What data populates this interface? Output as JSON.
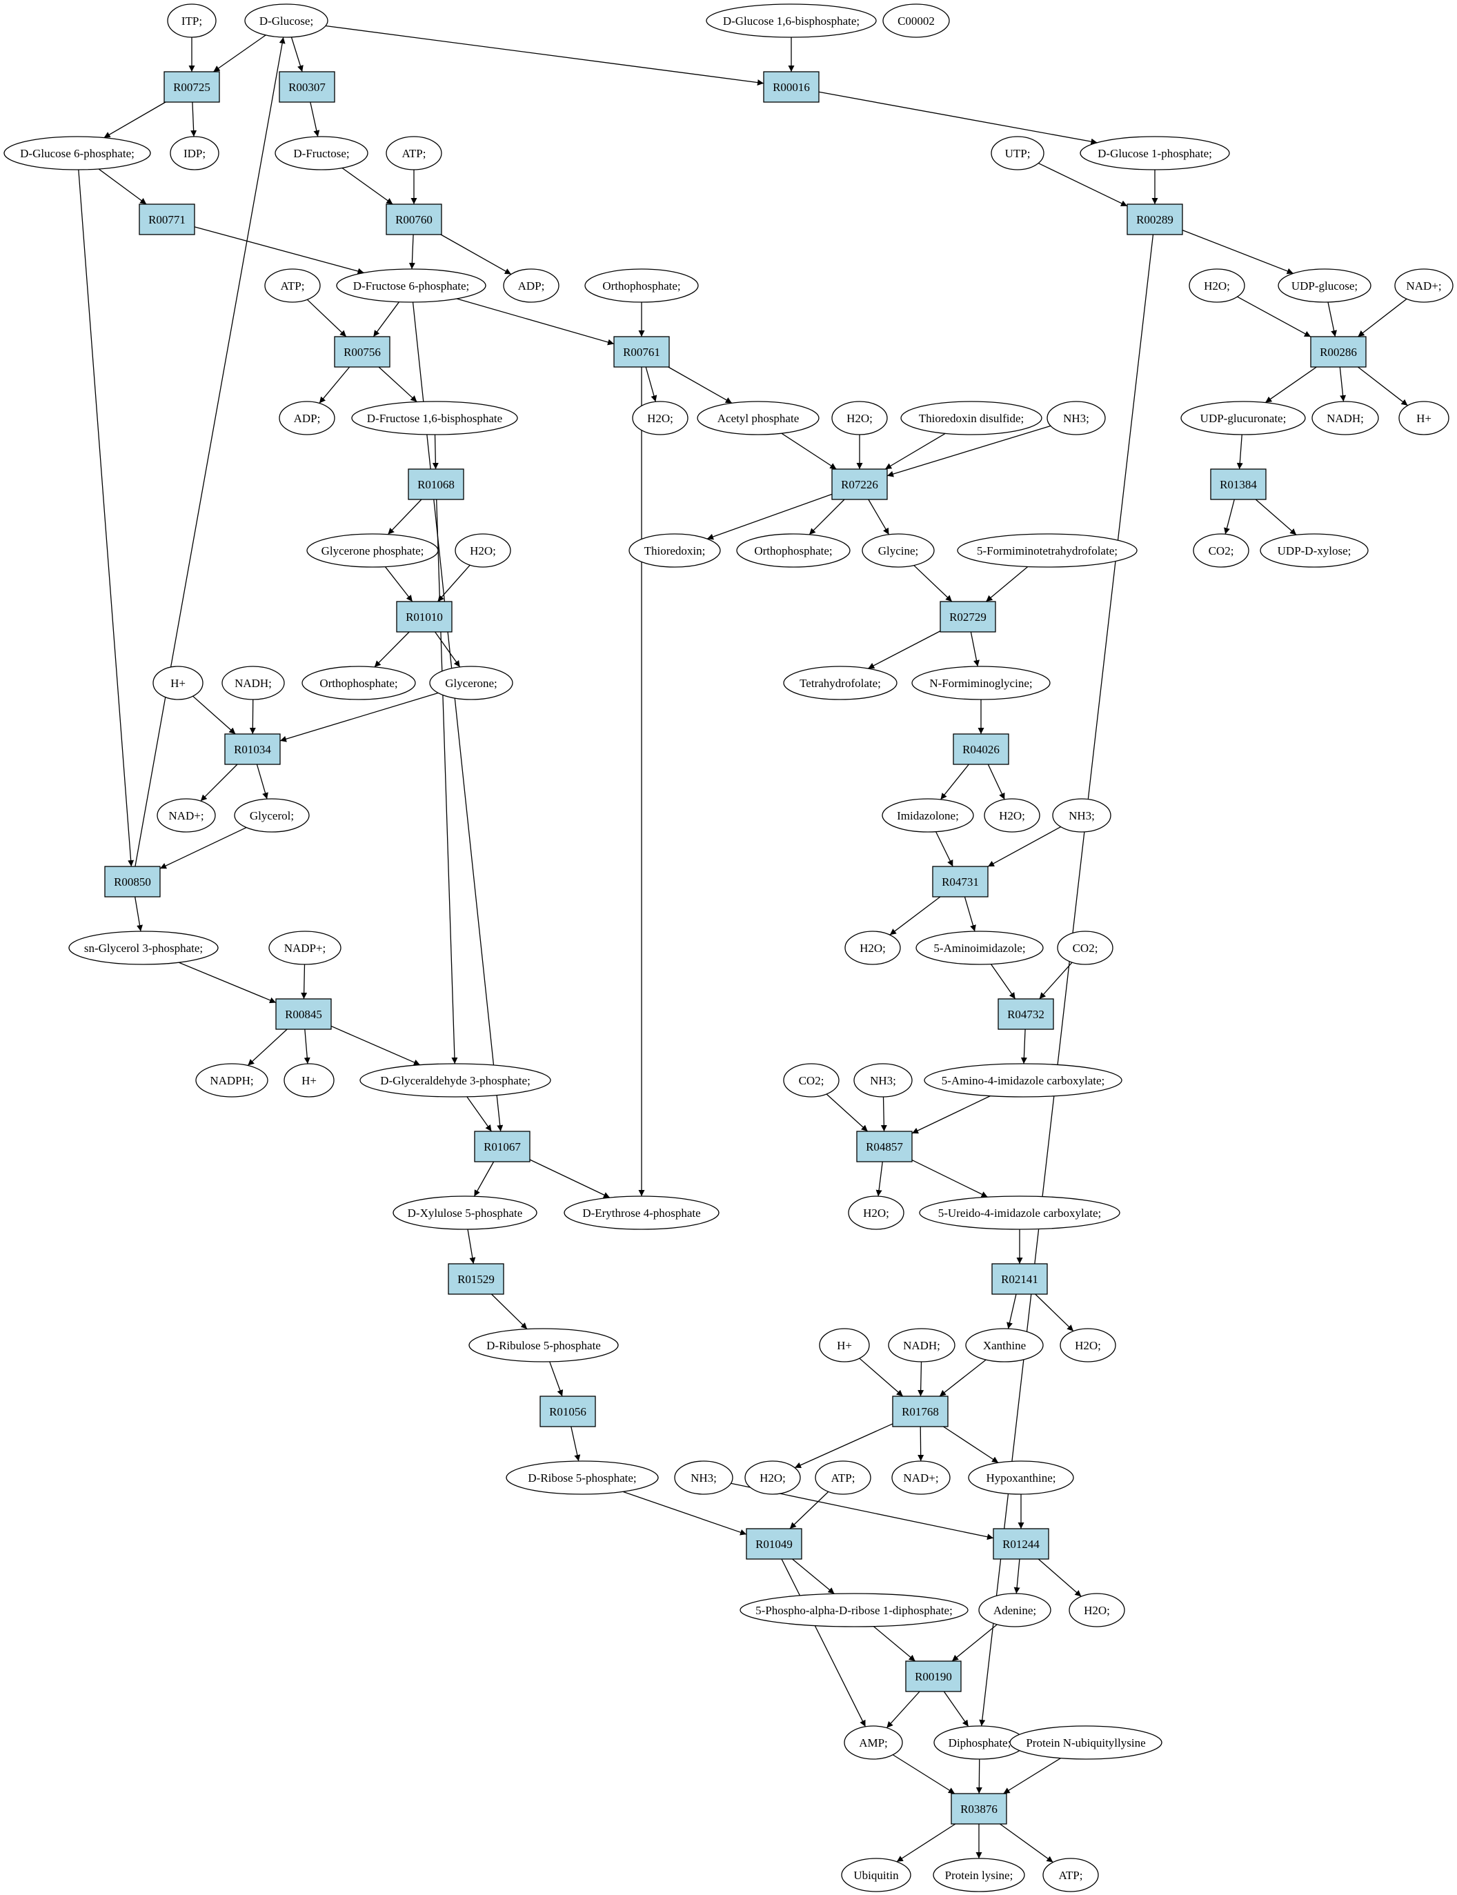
{
  "compounds": [
    {
      "id": "c_itp",
      "label": "ITP;"
    },
    {
      "id": "c_dglucose",
      "label": "D-Glucose;",
      "fill": "#00ff00"
    },
    {
      "id": "c_g16bp",
      "label": "D-Glucose 1,6-bisphosphate;"
    },
    {
      "id": "c_c00002",
      "label": "C00002",
      "fill": "#ffff00"
    },
    {
      "id": "c_g6p",
      "label": "D-Glucose 6-phosphate;"
    },
    {
      "id": "c_idp",
      "label": "IDP;"
    },
    {
      "id": "c_dfructose",
      "label": "D-Fructose;"
    },
    {
      "id": "c_atp1",
      "label": "ATP;"
    },
    {
      "id": "c_utp",
      "label": "UTP;"
    },
    {
      "id": "c_g1p",
      "label": "D-Glucose 1-phosphate;"
    },
    {
      "id": "c_atp2",
      "label": "ATP;"
    },
    {
      "id": "c_f6p",
      "label": "D-Fructose 6-phosphate;"
    },
    {
      "id": "c_adp1",
      "label": "ADP;"
    },
    {
      "id": "c_orthop1",
      "label": "Orthophosphate;"
    },
    {
      "id": "c_h2o1",
      "label": "H2O;"
    },
    {
      "id": "c_udpglc",
      "label": "UDP-glucose;"
    },
    {
      "id": "c_nadp1",
      "label": "NAD+;"
    },
    {
      "id": "c_adp2",
      "label": "ADP;"
    },
    {
      "id": "c_f16bp",
      "label": "D-Fructose 1,6-bisphosphate"
    },
    {
      "id": "c_h2o2",
      "label": "H2O;"
    },
    {
      "id": "c_acetylp",
      "label": "Acetyl phosphate"
    },
    {
      "id": "c_h2o3",
      "label": "H2O;"
    },
    {
      "id": "c_trxss",
      "label": "Thioredoxin disulfide;"
    },
    {
      "id": "c_nh3_1",
      "label": "NH3;"
    },
    {
      "id": "c_udpglcu",
      "label": "UDP-glucuronate;"
    },
    {
      "id": "c_nadh1",
      "label": "NADH;"
    },
    {
      "id": "c_h1",
      "label": "H+"
    },
    {
      "id": "c_dhap",
      "label": "Glycerone phosphate;"
    },
    {
      "id": "c_h2o4",
      "label": "H2O;"
    },
    {
      "id": "c_trx",
      "label": "Thioredoxin;"
    },
    {
      "id": "c_orthop2",
      "label": "Orthophosphate;"
    },
    {
      "id": "c_glycine",
      "label": "Glycine;"
    },
    {
      "id": "c_5fthf",
      "label": "5-Formiminotetrahydrofolate;"
    },
    {
      "id": "c_co2_1",
      "label": "CO2;"
    },
    {
      "id": "c_udpxyl",
      "label": "UDP-D-xylose;"
    },
    {
      "id": "c_orthop3",
      "label": "Orthophosphate;"
    },
    {
      "id": "c_glycerone",
      "label": "Glycerone;"
    },
    {
      "id": "c_h2",
      "label": "H+"
    },
    {
      "id": "c_nadh2",
      "label": "NADH;"
    },
    {
      "id": "c_thf",
      "label": "Tetrahydrofolate;"
    },
    {
      "id": "c_nfgly",
      "label": "N-Formiminoglycine;"
    },
    {
      "id": "c_nad2",
      "label": "NAD+;"
    },
    {
      "id": "c_glycerol",
      "label": "Glycerol;"
    },
    {
      "id": "c_imidazolone",
      "label": "Imidazolone;"
    },
    {
      "id": "c_h2o5",
      "label": "H2O;"
    },
    {
      "id": "c_nh3_2",
      "label": "NH3;"
    },
    {
      "id": "c_g3p",
      "label": "sn-Glycerol 3-phosphate;"
    },
    {
      "id": "c_nadpplus",
      "label": "NADP+;"
    },
    {
      "id": "c_h2o6",
      "label": "H2O;"
    },
    {
      "id": "c_5ai",
      "label": "5-Aminoimidazole;"
    },
    {
      "id": "c_co2_2",
      "label": "CO2;"
    },
    {
      "id": "c_nadph",
      "label": "NADPH;"
    },
    {
      "id": "c_h3",
      "label": "H+"
    },
    {
      "id": "c_gap",
      "label": "D-Glyceraldehyde 3-phosphate;"
    },
    {
      "id": "c_5a4ic",
      "label": "5-Amino-4-imidazole carboxylate;"
    },
    {
      "id": "c_co2_3",
      "label": "CO2;"
    },
    {
      "id": "c_nh3_3",
      "label": "NH3;"
    },
    {
      "id": "c_xu5p",
      "label": "D-Xylulose 5-phosphate"
    },
    {
      "id": "c_e4p",
      "label": "D-Erythrose 4-phosphate"
    },
    {
      "id": "c_h2o7",
      "label": "H2O;"
    },
    {
      "id": "c_5u4ic",
      "label": "5-Ureido-4-imidazole carboxylate;"
    },
    {
      "id": "c_ru5p",
      "label": "D-Ribulose 5-phosphate"
    },
    {
      "id": "c_h4",
      "label": "H+"
    },
    {
      "id": "c_nadh3",
      "label": "NADH;"
    },
    {
      "id": "c_xanthine",
      "label": "Xanthine"
    },
    {
      "id": "c_h2o8",
      "label": "H2O;"
    },
    {
      "id": "c_r5p",
      "label": "D-Ribose 5-phosphate;"
    },
    {
      "id": "c_nh3_4",
      "label": "NH3;"
    },
    {
      "id": "c_h2o9",
      "label": "H2O;"
    },
    {
      "id": "c_atp3",
      "label": "ATP;"
    },
    {
      "id": "c_nad3",
      "label": "NAD+;"
    },
    {
      "id": "c_hypox",
      "label": "Hypoxanthine;"
    },
    {
      "id": "c_prpp",
      "label": "5-Phospho-alpha-D-ribose 1-diphosphate;"
    },
    {
      "id": "c_adenine",
      "label": "Adenine;"
    },
    {
      "id": "c_h2o10",
      "label": "H2O;"
    },
    {
      "id": "c_amp",
      "label": "AMP;"
    },
    {
      "id": "c_ppi",
      "label": "Diphosphate;"
    },
    {
      "id": "c_protub",
      "label": "Protein N-ubiquityllysine"
    },
    {
      "id": "c_ubiquitin",
      "label": "Ubiquitin"
    },
    {
      "id": "c_protlys",
      "label": "Protein lysine;"
    },
    {
      "id": "c_atp4",
      "label": "ATP;"
    }
  ],
  "reactions": [
    {
      "id": "R00725",
      "label": "R00725"
    },
    {
      "id": "R00307",
      "label": "R00307"
    },
    {
      "id": "R00016",
      "label": "R00016"
    },
    {
      "id": "R00771",
      "label": "R00771"
    },
    {
      "id": "R00760",
      "label": "R00760"
    },
    {
      "id": "R00289",
      "label": "R00289"
    },
    {
      "id": "R00756",
      "label": "R00756"
    },
    {
      "id": "R00761",
      "label": "R00761"
    },
    {
      "id": "R00286",
      "label": "R00286"
    },
    {
      "id": "R01068",
      "label": "R01068"
    },
    {
      "id": "R07226",
      "label": "R07226"
    },
    {
      "id": "R01384",
      "label": "R01384"
    },
    {
      "id": "R01010",
      "label": "R01010"
    },
    {
      "id": "R02729",
      "label": "R02729"
    },
    {
      "id": "R01034",
      "label": "R01034"
    },
    {
      "id": "R04026",
      "label": "R04026"
    },
    {
      "id": "R00850",
      "label": "R00850"
    },
    {
      "id": "R04731",
      "label": "R04731"
    },
    {
      "id": "R00845",
      "label": "R00845"
    },
    {
      "id": "R04732",
      "label": "R04732"
    },
    {
      "id": "R01067",
      "label": "R01067"
    },
    {
      "id": "R04857",
      "label": "R04857"
    },
    {
      "id": "R01529",
      "label": "R01529"
    },
    {
      "id": "R02141",
      "label": "R02141"
    },
    {
      "id": "R01056",
      "label": "R01056"
    },
    {
      "id": "R01768",
      "label": "R01768"
    },
    {
      "id": "R01049",
      "label": "R01049"
    },
    {
      "id": "R01244",
      "label": "R01244"
    },
    {
      "id": "R00190",
      "label": "R00190"
    },
    {
      "id": "R03876",
      "label": "R03876"
    }
  ],
  "edges": [
    [
      "c_itp",
      "R00725"
    ],
    [
      "c_dglucose",
      "R00725"
    ],
    [
      "R00725",
      "c_g6p"
    ],
    [
      "R00725",
      "c_idp"
    ],
    [
      "c_dglucose",
      "R00307"
    ],
    [
      "R00307",
      "c_dfructose"
    ],
    [
      "c_dglucose",
      "R00016"
    ],
    [
      "c_g16bp",
      "R00016"
    ],
    [
      "R00016",
      "c_g1p"
    ],
    [
      "c_g6p",
      "R00771"
    ],
    [
      "R00771",
      "c_f6p"
    ],
    [
      "c_dfructose",
      "R00760"
    ],
    [
      "c_atp1",
      "R00760"
    ],
    [
      "R00760",
      "c_f6p"
    ],
    [
      "R00760",
      "c_adp1"
    ],
    [
      "c_utp",
      "R00289"
    ],
    [
      "c_g1p",
      "R00289"
    ],
    [
      "R00289",
      "c_udpglc"
    ],
    [
      "R00289",
      "c_ppi"
    ],
    [
      "c_atp2",
      "R00756"
    ],
    [
      "c_f6p",
      "R00756"
    ],
    [
      "R00756",
      "c_adp2"
    ],
    [
      "R00756",
      "c_f16bp"
    ],
    [
      "c_f6p",
      "R00761"
    ],
    [
      "c_orthop1",
      "R00761"
    ],
    [
      "R00761",
      "c_h2o2"
    ],
    [
      "R00761",
      "c_acetylp"
    ],
    [
      "R00761",
      "c_e4p"
    ],
    [
      "c_h2o1",
      "R00286"
    ],
    [
      "c_udpglc",
      "R00286"
    ],
    [
      "c_nadp1",
      "R00286"
    ],
    [
      "R00286",
      "c_udpglcu"
    ],
    [
      "R00286",
      "c_nadh1"
    ],
    [
      "R00286",
      "c_h1"
    ],
    [
      "c_f16bp",
      "R01068"
    ],
    [
      "R01068",
      "c_dhap"
    ],
    [
      "R01068",
      "c_gap"
    ],
    [
      "c_acetylp",
      "R07226"
    ],
    [
      "c_h2o3",
      "R07226"
    ],
    [
      "c_trxss",
      "R07226"
    ],
    [
      "c_nh3_1",
      "R07226"
    ],
    [
      "R07226",
      "c_trx"
    ],
    [
      "R07226",
      "c_orthop2"
    ],
    [
      "R07226",
      "c_glycine"
    ],
    [
      "c_udpglcu",
      "R01384"
    ],
    [
      "R01384",
      "c_co2_1"
    ],
    [
      "R01384",
      "c_udpxyl"
    ],
    [
      "c_dhap",
      "R01010"
    ],
    [
      "c_h2o4",
      "R01010"
    ],
    [
      "R01010",
      "c_orthop3"
    ],
    [
      "R01010",
      "c_glycerone"
    ],
    [
      "c_glycine",
      "R02729"
    ],
    [
      "c_5fthf",
      "R02729"
    ],
    [
      "R02729",
      "c_thf"
    ],
    [
      "R02729",
      "c_nfgly"
    ],
    [
      "c_h2",
      "R01034"
    ],
    [
      "c_nadh2",
      "R01034"
    ],
    [
      "c_glycerone",
      "R01034"
    ],
    [
      "R01034",
      "c_nad2"
    ],
    [
      "R01034",
      "c_glycerol"
    ],
    [
      "c_nfgly",
      "R04026"
    ],
    [
      "R04026",
      "c_imidazolone"
    ],
    [
      "R04026",
      "c_h2o5"
    ],
    [
      "c_g6p",
      "R00850"
    ],
    [
      "c_glycerol",
      "R00850"
    ],
    [
      "R00850",
      "c_dglucose"
    ],
    [
      "R00850",
      "c_g3p"
    ],
    [
      "c_imidazolone",
      "R04731"
    ],
    [
      "c_nh3_2",
      "R04731"
    ],
    [
      "R04731",
      "c_h2o6"
    ],
    [
      "R04731",
      "c_5ai"
    ],
    [
      "c_g3p",
      "R00845"
    ],
    [
      "c_nadpplus",
      "R00845"
    ],
    [
      "R00845",
      "c_nadph"
    ],
    [
      "R00845",
      "c_h3"
    ],
    [
      "R00845",
      "c_gap"
    ],
    [
      "c_5ai",
      "R04732"
    ],
    [
      "c_co2_2",
      "R04732"
    ],
    [
      "R04732",
      "c_5a4ic"
    ],
    [
      "c_gap",
      "R01067"
    ],
    [
      "c_f6p",
      "R01067"
    ],
    [
      "R01067",
      "c_xu5p"
    ],
    [
      "R01067",
      "c_e4p"
    ],
    [
      "c_co2_3",
      "R04857"
    ],
    [
      "c_nh3_3",
      "R04857"
    ],
    [
      "c_5a4ic",
      "R04857"
    ],
    [
      "R04857",
      "c_h2o7"
    ],
    [
      "R04857",
      "c_5u4ic"
    ],
    [
      "c_xu5p",
      "R01529"
    ],
    [
      "R01529",
      "c_ru5p"
    ],
    [
      "c_5u4ic",
      "R02141"
    ],
    [
      "R02141",
      "c_xanthine"
    ],
    [
      "R02141",
      "c_h2o8"
    ],
    [
      "c_ru5p",
      "R01056"
    ],
    [
      "R01056",
      "c_r5p"
    ],
    [
      "c_h4",
      "R01768"
    ],
    [
      "c_nadh3",
      "R01768"
    ],
    [
      "c_xanthine",
      "R01768"
    ],
    [
      "R01768",
      "c_h2o9"
    ],
    [
      "R01768",
      "c_nad3"
    ],
    [
      "R01768",
      "c_hypox"
    ],
    [
      "c_r5p",
      "R01049"
    ],
    [
      "c_atp3",
      "R01049"
    ],
    [
      "R01049",
      "c_prpp"
    ],
    [
      "R01049",
      "c_amp"
    ],
    [
      "c_hypox",
      "R01244"
    ],
    [
      "c_nh3_4",
      "R01244"
    ],
    [
      "R01244",
      "c_adenine"
    ],
    [
      "R01244",
      "c_h2o10"
    ],
    [
      "c_prpp",
      "R00190"
    ],
    [
      "c_adenine",
      "R00190"
    ],
    [
      "R00190",
      "c_amp"
    ],
    [
      "R00190",
      "c_ppi"
    ],
    [
      "c_amp",
      "R03876"
    ],
    [
      "c_ppi",
      "R03876"
    ],
    [
      "c_protub",
      "R03876"
    ],
    [
      "R03876",
      "c_ubiquitin"
    ],
    [
      "R03876",
      "c_protlys"
    ],
    [
      "R03876",
      "c_atp4"
    ]
  ]
}
